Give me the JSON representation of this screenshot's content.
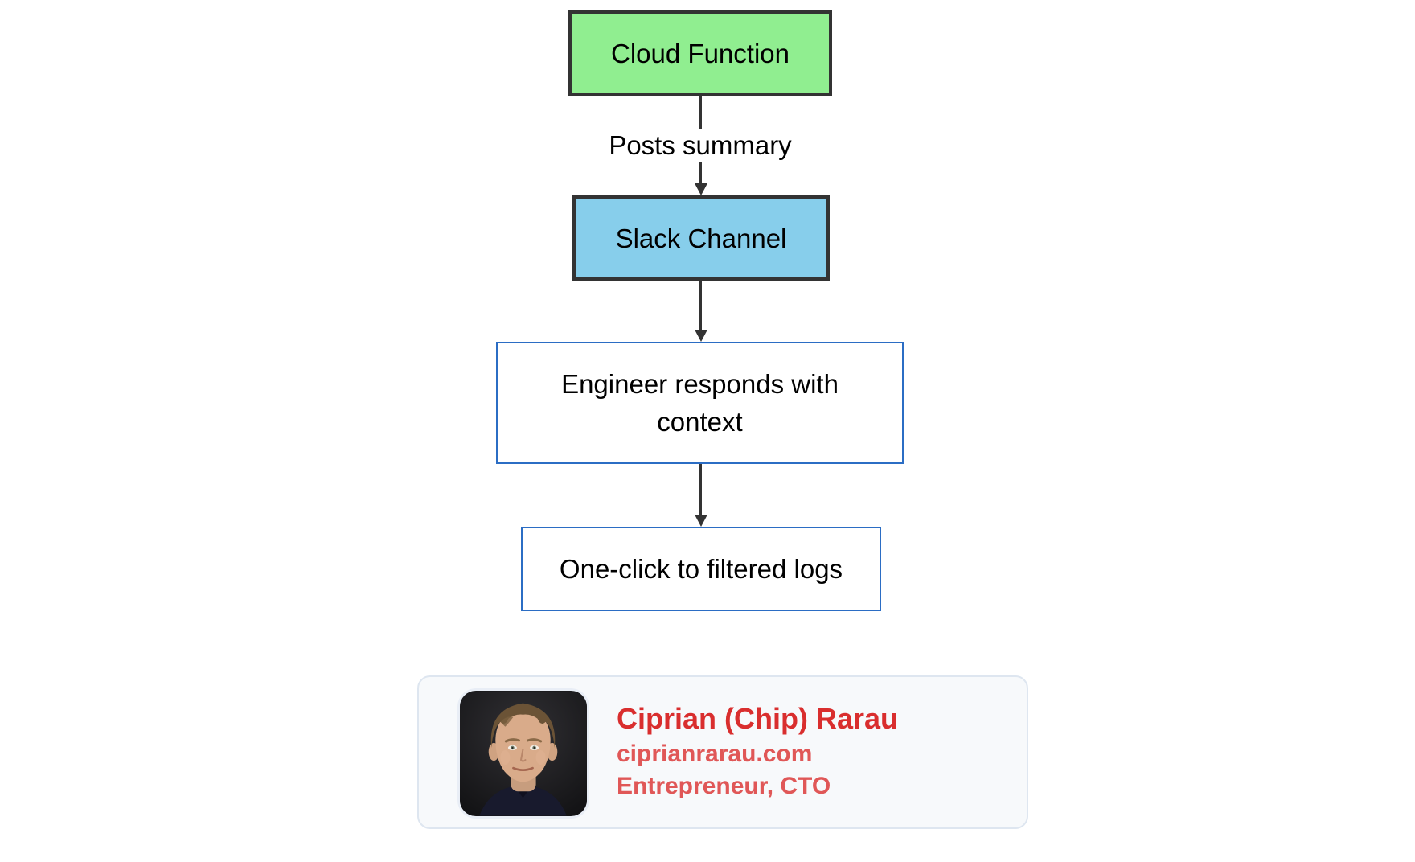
{
  "flowchart": {
    "nodes": [
      {
        "id": "cloud-function",
        "label": "Cloud Function",
        "fill": "#90ee90",
        "border": "#333333"
      },
      {
        "id": "slack-channel",
        "label": "Slack Channel",
        "fill": "#87ceeb",
        "border": "#333333"
      },
      {
        "id": "engineer-responds",
        "label": "Engineer responds with context",
        "fill": "#ffffff",
        "border": "#2b6dc4"
      },
      {
        "id": "one-click-logs",
        "label": "One-click to filtered logs",
        "fill": "#ffffff",
        "border": "#2b6dc4"
      }
    ],
    "edges": [
      {
        "from": "cloud-function",
        "to": "slack-channel",
        "label": "Posts summary"
      },
      {
        "from": "slack-channel",
        "to": "engineer-responds",
        "label": ""
      },
      {
        "from": "engineer-responds",
        "to": "one-click-logs",
        "label": ""
      }
    ],
    "arrow_color": "#333333"
  },
  "profile_card": {
    "name": "Ciprian (Chip) Rarau",
    "website": "ciprianrarau.com",
    "title": "Entrepreneur, CTO",
    "name_color": "#d92e2e",
    "accent_color": "#e05757",
    "background": "#f7f9fb",
    "avatar": "headshot-photo"
  }
}
